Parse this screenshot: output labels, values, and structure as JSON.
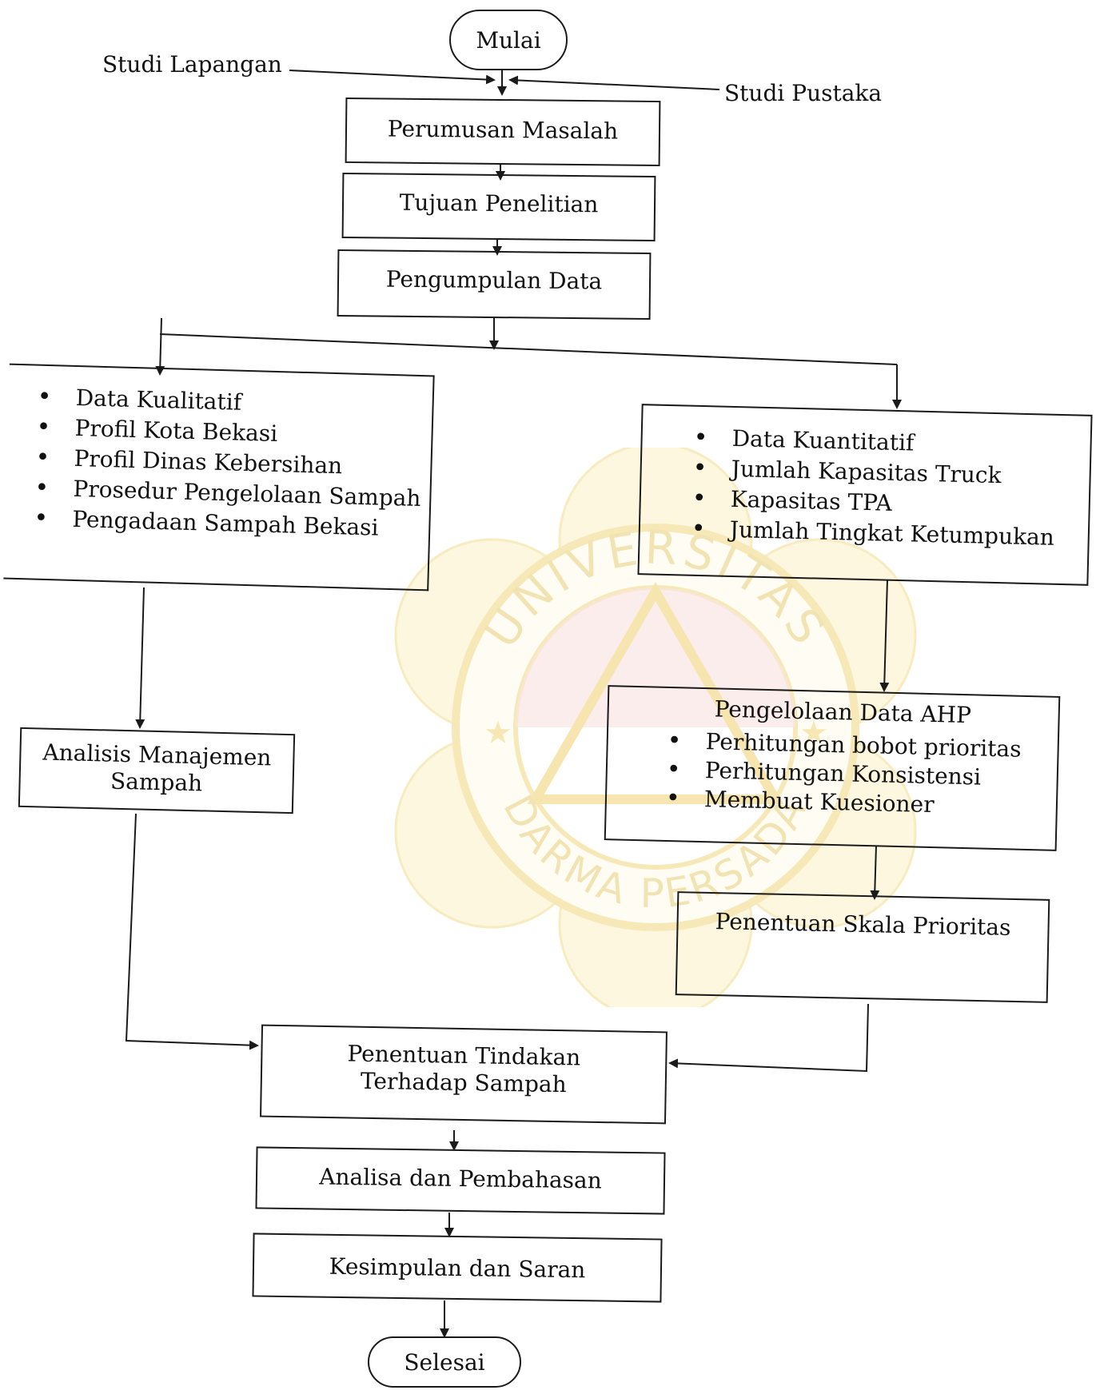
{
  "start": "Mulai",
  "end": "Selesai",
  "inputs": {
    "left": "Studi Lapangan",
    "right": "Studi Pustaka"
  },
  "steps": {
    "perumusan": "Perumusan Masalah",
    "tujuan": "Tujuan Penelitian",
    "pengumpulan": "Pengumpulan Data",
    "analisis_manajemen": "Analisis Manajemen Sampah",
    "penentuan_skala": "Penentuan Skala Prioritas",
    "penentuan_tindakan": "Penentuan Tindakan Terhadap Sampah",
    "analisa": "Analisa dan Pembahasan",
    "kesimpulan": "Kesimpulan dan Saran"
  },
  "kualitatif": {
    "items": [
      "Data Kualitatif",
      "Profil Kota Bekasi",
      "Profil Dinas Kebersihan",
      "Prosedur Pengelolaan Sampah",
      "Pengadaan Sampah Bekasi"
    ]
  },
  "kuantitatif": {
    "items": [
      "Data Kuantitatif",
      "Jumlah Kapasitas Truck",
      "Kapasitas TPA",
      "Jumlah Tingkat Ketumpukan"
    ]
  },
  "ahp": {
    "title": "Pengelolaan Data AHP",
    "items": [
      "Perhitungan bobot prioritas",
      "Perhitungan Konsistensi",
      "Membuat Kuesioner"
    ]
  },
  "watermark": {
    "top_text": "UNIVERSITAS",
    "bottom_text": "DARMA PERSADA",
    "colors": {
      "petal": "#f7e9a8",
      "ring": "#f3df8a",
      "red": "#f4c7c3",
      "triangle": "#f1d77a"
    }
  },
  "colors": {
    "line": "#1a1a1a"
  }
}
